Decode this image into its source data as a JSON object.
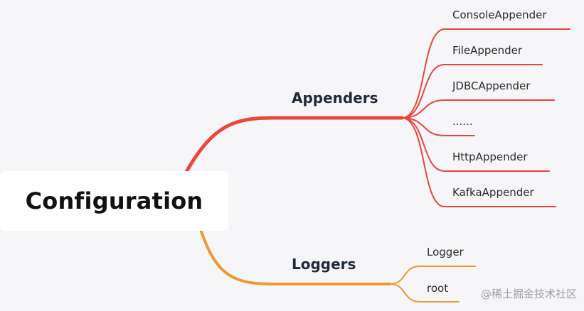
{
  "root": {
    "label": "Configuration"
  },
  "branches": [
    {
      "label": "Appenders",
      "color": "#e8473e",
      "children": [
        "ConsoleAppender",
        "FileAppender",
        "JDBCAppender",
        "......",
        "HttpAppender",
        "KafkaAppender"
      ]
    },
    {
      "label": "Loggers",
      "color": "#f0982f",
      "children": [
        "Logger",
        "root"
      ]
    }
  ],
  "watermark": "@稀土掘金技术社区"
}
